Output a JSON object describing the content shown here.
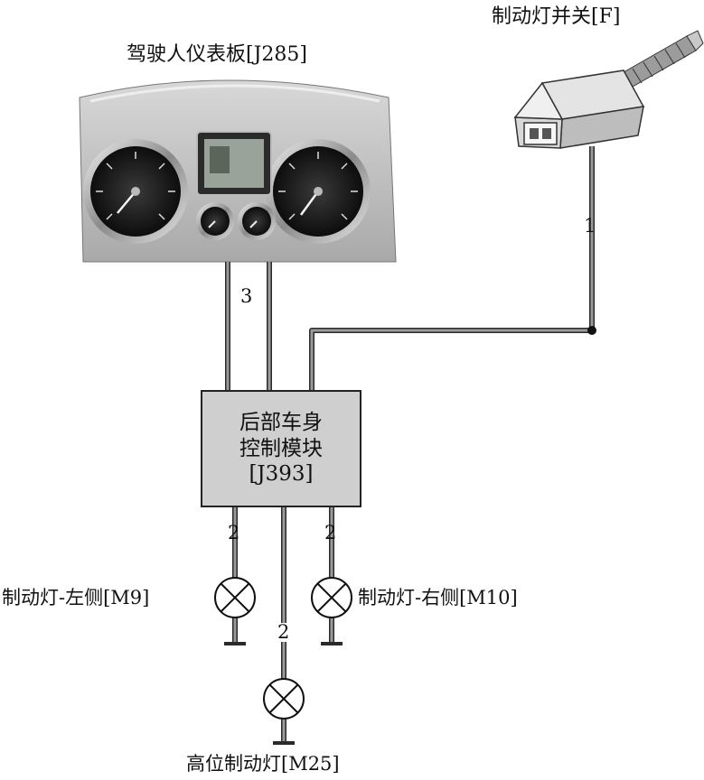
{
  "components": {
    "cluster": {
      "label": "驾驶人仪表板[J285]"
    },
    "brake_switch": {
      "label": "制动灯并关[F]"
    },
    "module": {
      "line1": "后部车身",
      "line2": "控制模块",
      "line3": "[J393]"
    },
    "lamp_left": {
      "label": "制动灯-左侧[M9]"
    },
    "lamp_right": {
      "label": "制动灯-右侧[M10]"
    },
    "lamp_high": {
      "label": "高位制动灯[M25]"
    }
  },
  "wires": {
    "switch_wire": "1",
    "cluster_wire": "3",
    "left_wire": "2",
    "right_wire": "2",
    "high_wire": "2"
  },
  "colors": {
    "wire": "#9a9a9a",
    "wire_outline": "#2a2a2a",
    "module_fill": "#cfcfcf"
  }
}
